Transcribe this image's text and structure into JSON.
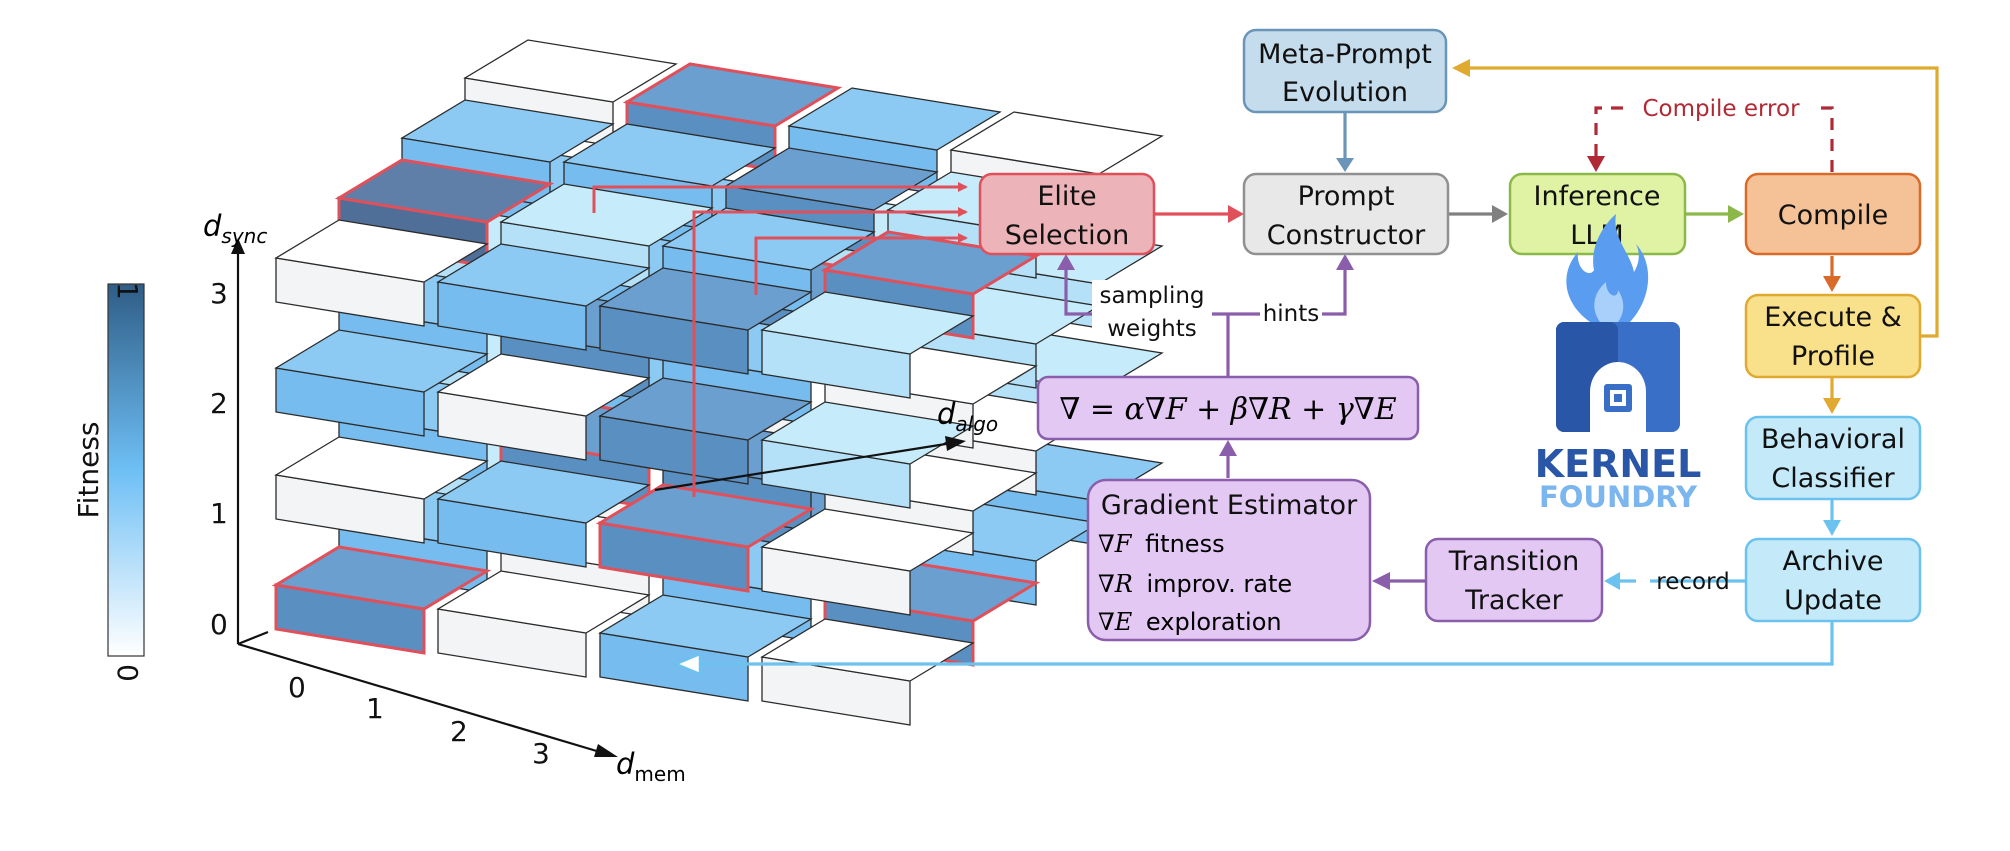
{
  "colorbar": {
    "label": "Fitness",
    "max_label": "1",
    "min_label": "0",
    "low_color": "#ffffff",
    "mid_color": "#6ebff5",
    "high_color": "#2f5d86"
  },
  "axes": {
    "sync_label_main": "d",
    "sync_label_sub": "sync",
    "algo_label_main": "d",
    "algo_label_sub": "algo",
    "mem_label_main": "d",
    "mem_label_sub": "mem",
    "sync_ticks": [
      "0",
      "1",
      "2",
      "3"
    ],
    "mem_ticks": [
      "0",
      "1",
      "2",
      "3"
    ]
  },
  "boxes": {
    "meta_prompt": {
      "line1": "Meta-Prompt",
      "line2": "Evolution"
    },
    "elite": {
      "line1": "Elite",
      "line2": "Selection"
    },
    "prompt_constructor": {
      "line1": "Prompt",
      "line2": "Constructor"
    },
    "inference": {
      "line1": "Inference",
      "line2": "LLM"
    },
    "compile": {
      "line1": "Compile"
    },
    "execute": {
      "line1": "Execute &",
      "line2": "Profile"
    },
    "behavioral": {
      "line1": "Behavioral",
      "line2": "Classifier"
    },
    "archive": {
      "line1": "Archive",
      "line2": "Update"
    },
    "transition": {
      "line1": "Transition",
      "line2": "Tracker"
    },
    "gradient_formula": "∇ = α∇F + β∇R + γ∇E",
    "gradient_estimator": {
      "title": "Gradient Estimator",
      "line_f_sym": "∇F",
      "line_f_text": "fitness",
      "line_r_sym": "∇R",
      "line_r_text": "improv. rate",
      "line_e_sym": "∇E",
      "line_e_text": "exploration"
    }
  },
  "edge_labels": {
    "compile_error": "Compile error",
    "sampling1": "sampling",
    "sampling2": "weights",
    "hints": "hints",
    "record": "record"
  },
  "logo": {
    "line1": "KERNEL",
    "line2": "FOUNDRY"
  },
  "colors": {
    "elite_fill": "#ecb3b8",
    "elite_stroke": "#e0505a",
    "meta_fill": "#c5dcec",
    "meta_stroke": "#6a95b8",
    "prompt_fill": "#e8e8e8",
    "prompt_stroke": "#909090",
    "inference_fill": "#e0f2a4",
    "inference_stroke": "#8cb84a",
    "compile_fill": "#f5c196",
    "compile_stroke": "#d86a2a",
    "execute_fill": "#f9e08a",
    "execute_stroke": "#e0aa30",
    "classifier_fill": "#c4eafa",
    "classifier_stroke": "#6cc2ee",
    "purple_fill": "#e4c8f4",
    "purple_stroke": "#8a5eaa",
    "red_arrow": "#e0505a",
    "error_red": "#b02a35",
    "blue_arrow": "#6cc2ee",
    "gold_arrow": "#e0aa30"
  }
}
